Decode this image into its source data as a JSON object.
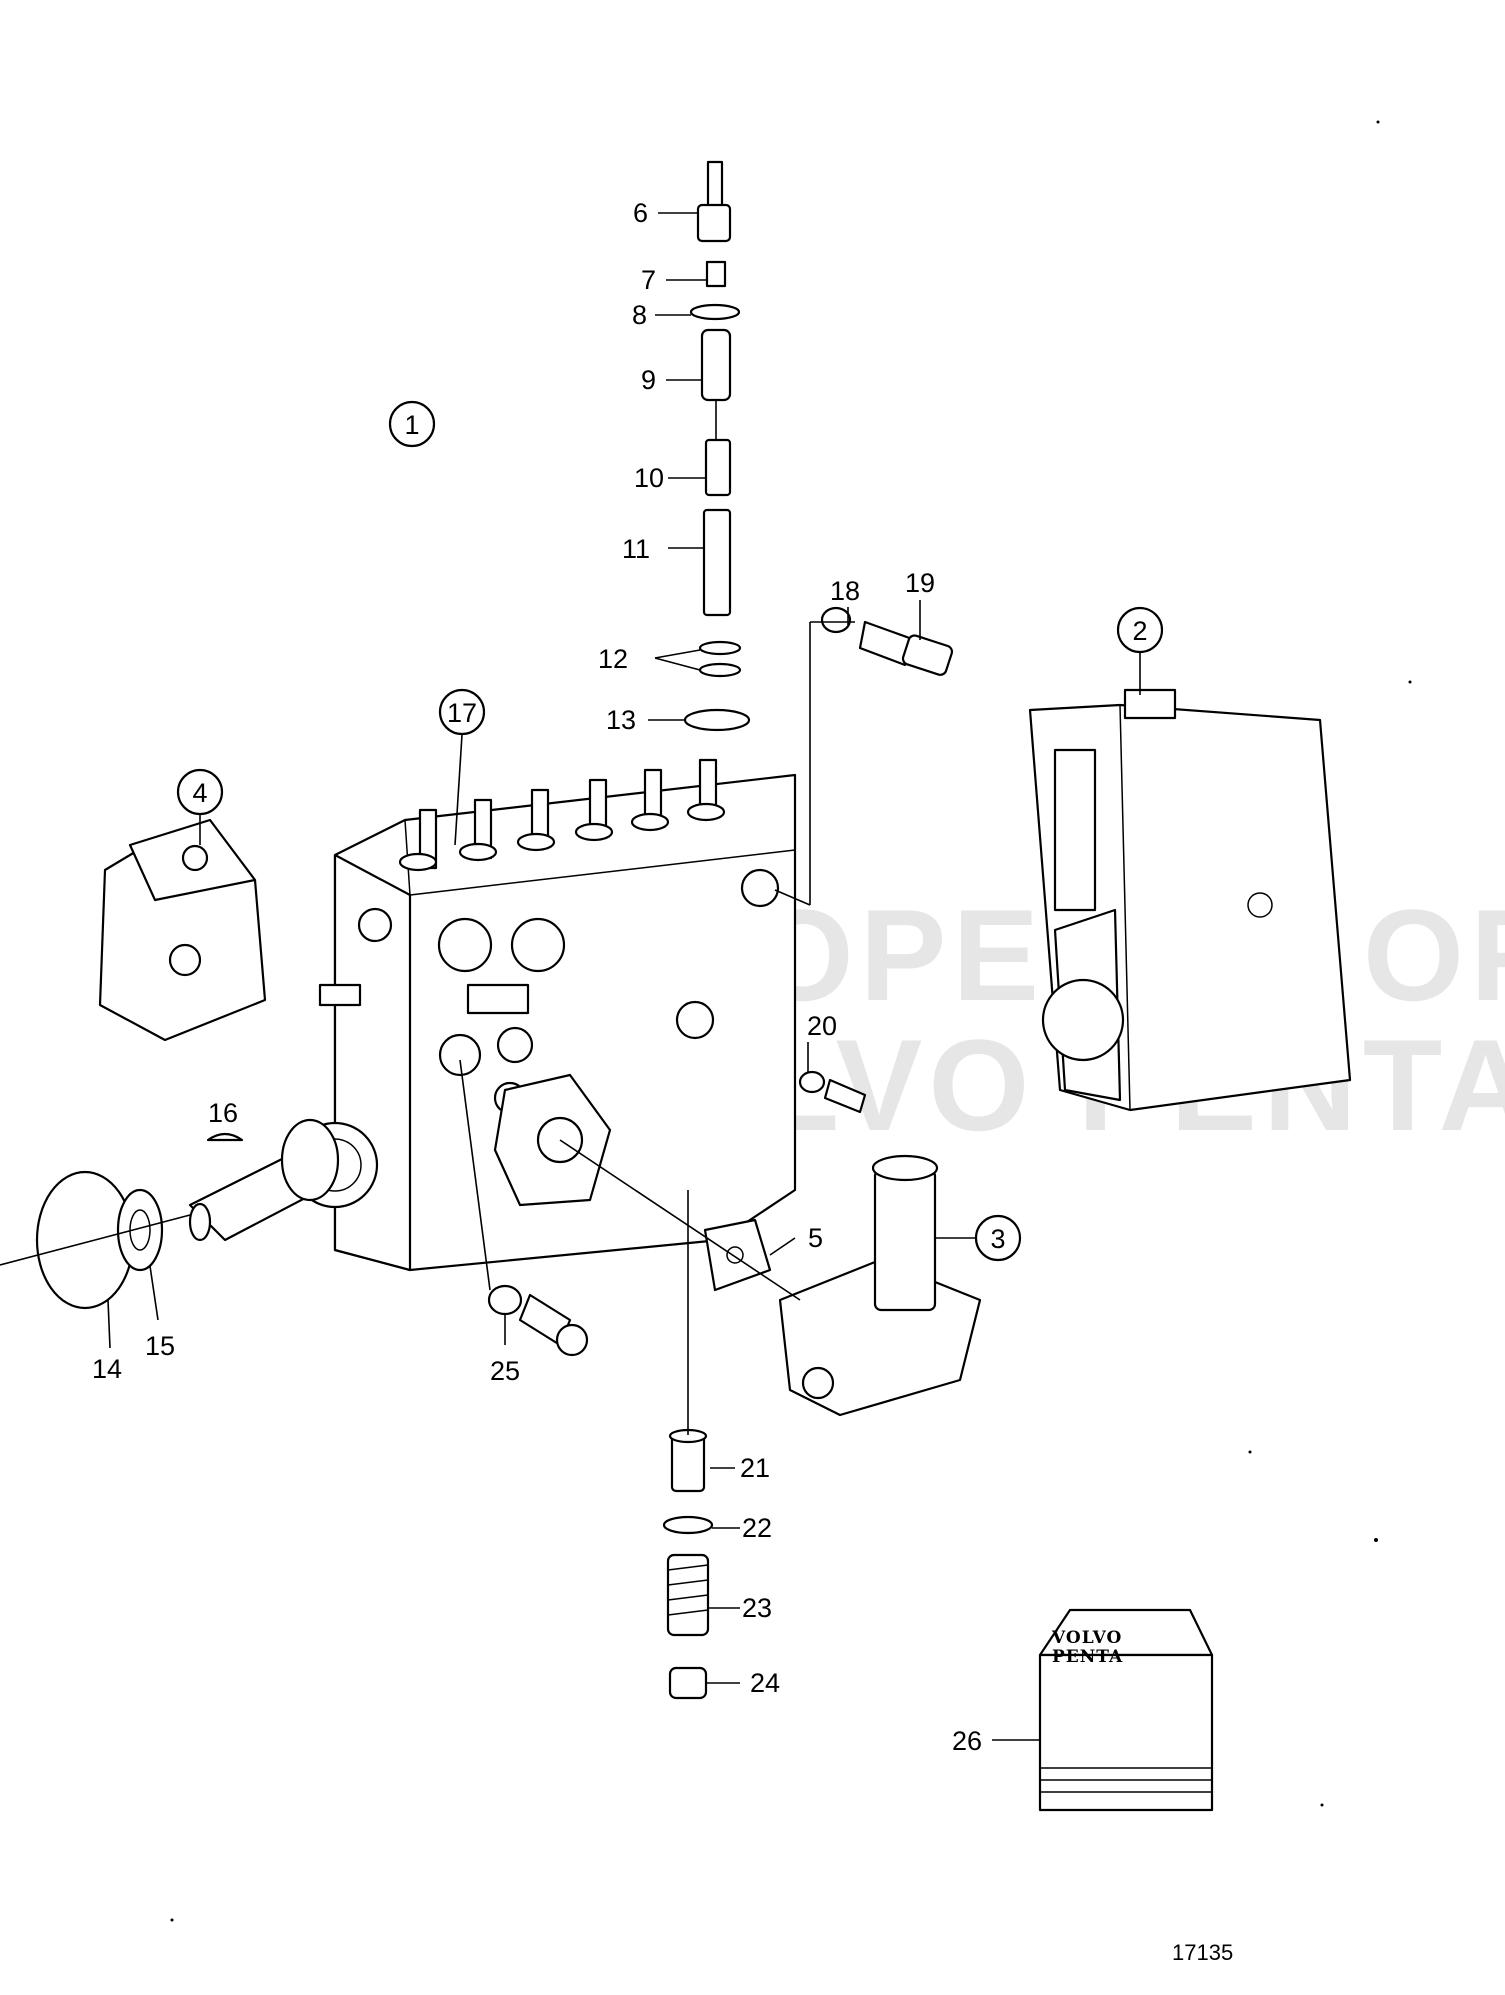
{
  "labels": {
    "n1": "1",
    "n2": "2",
    "n3": "3",
    "n4": "4",
    "n5": "5",
    "n6": "6",
    "n7": "7",
    "n8": "8",
    "n9": "9",
    "n10": "10",
    "n11": "11",
    "n12": "12",
    "n13": "13",
    "n14": "14",
    "n15": "15",
    "n16": "16",
    "n17": "17",
    "n18": "18",
    "n19": "19",
    "n20": "20",
    "n21": "21",
    "n22": "22",
    "n23": "23",
    "n24": "24",
    "n25": "25",
    "n26": "26"
  },
  "booklet": {
    "line1": "VOLVO",
    "line2": "PENTA"
  },
  "reference_number": "17135"
}
